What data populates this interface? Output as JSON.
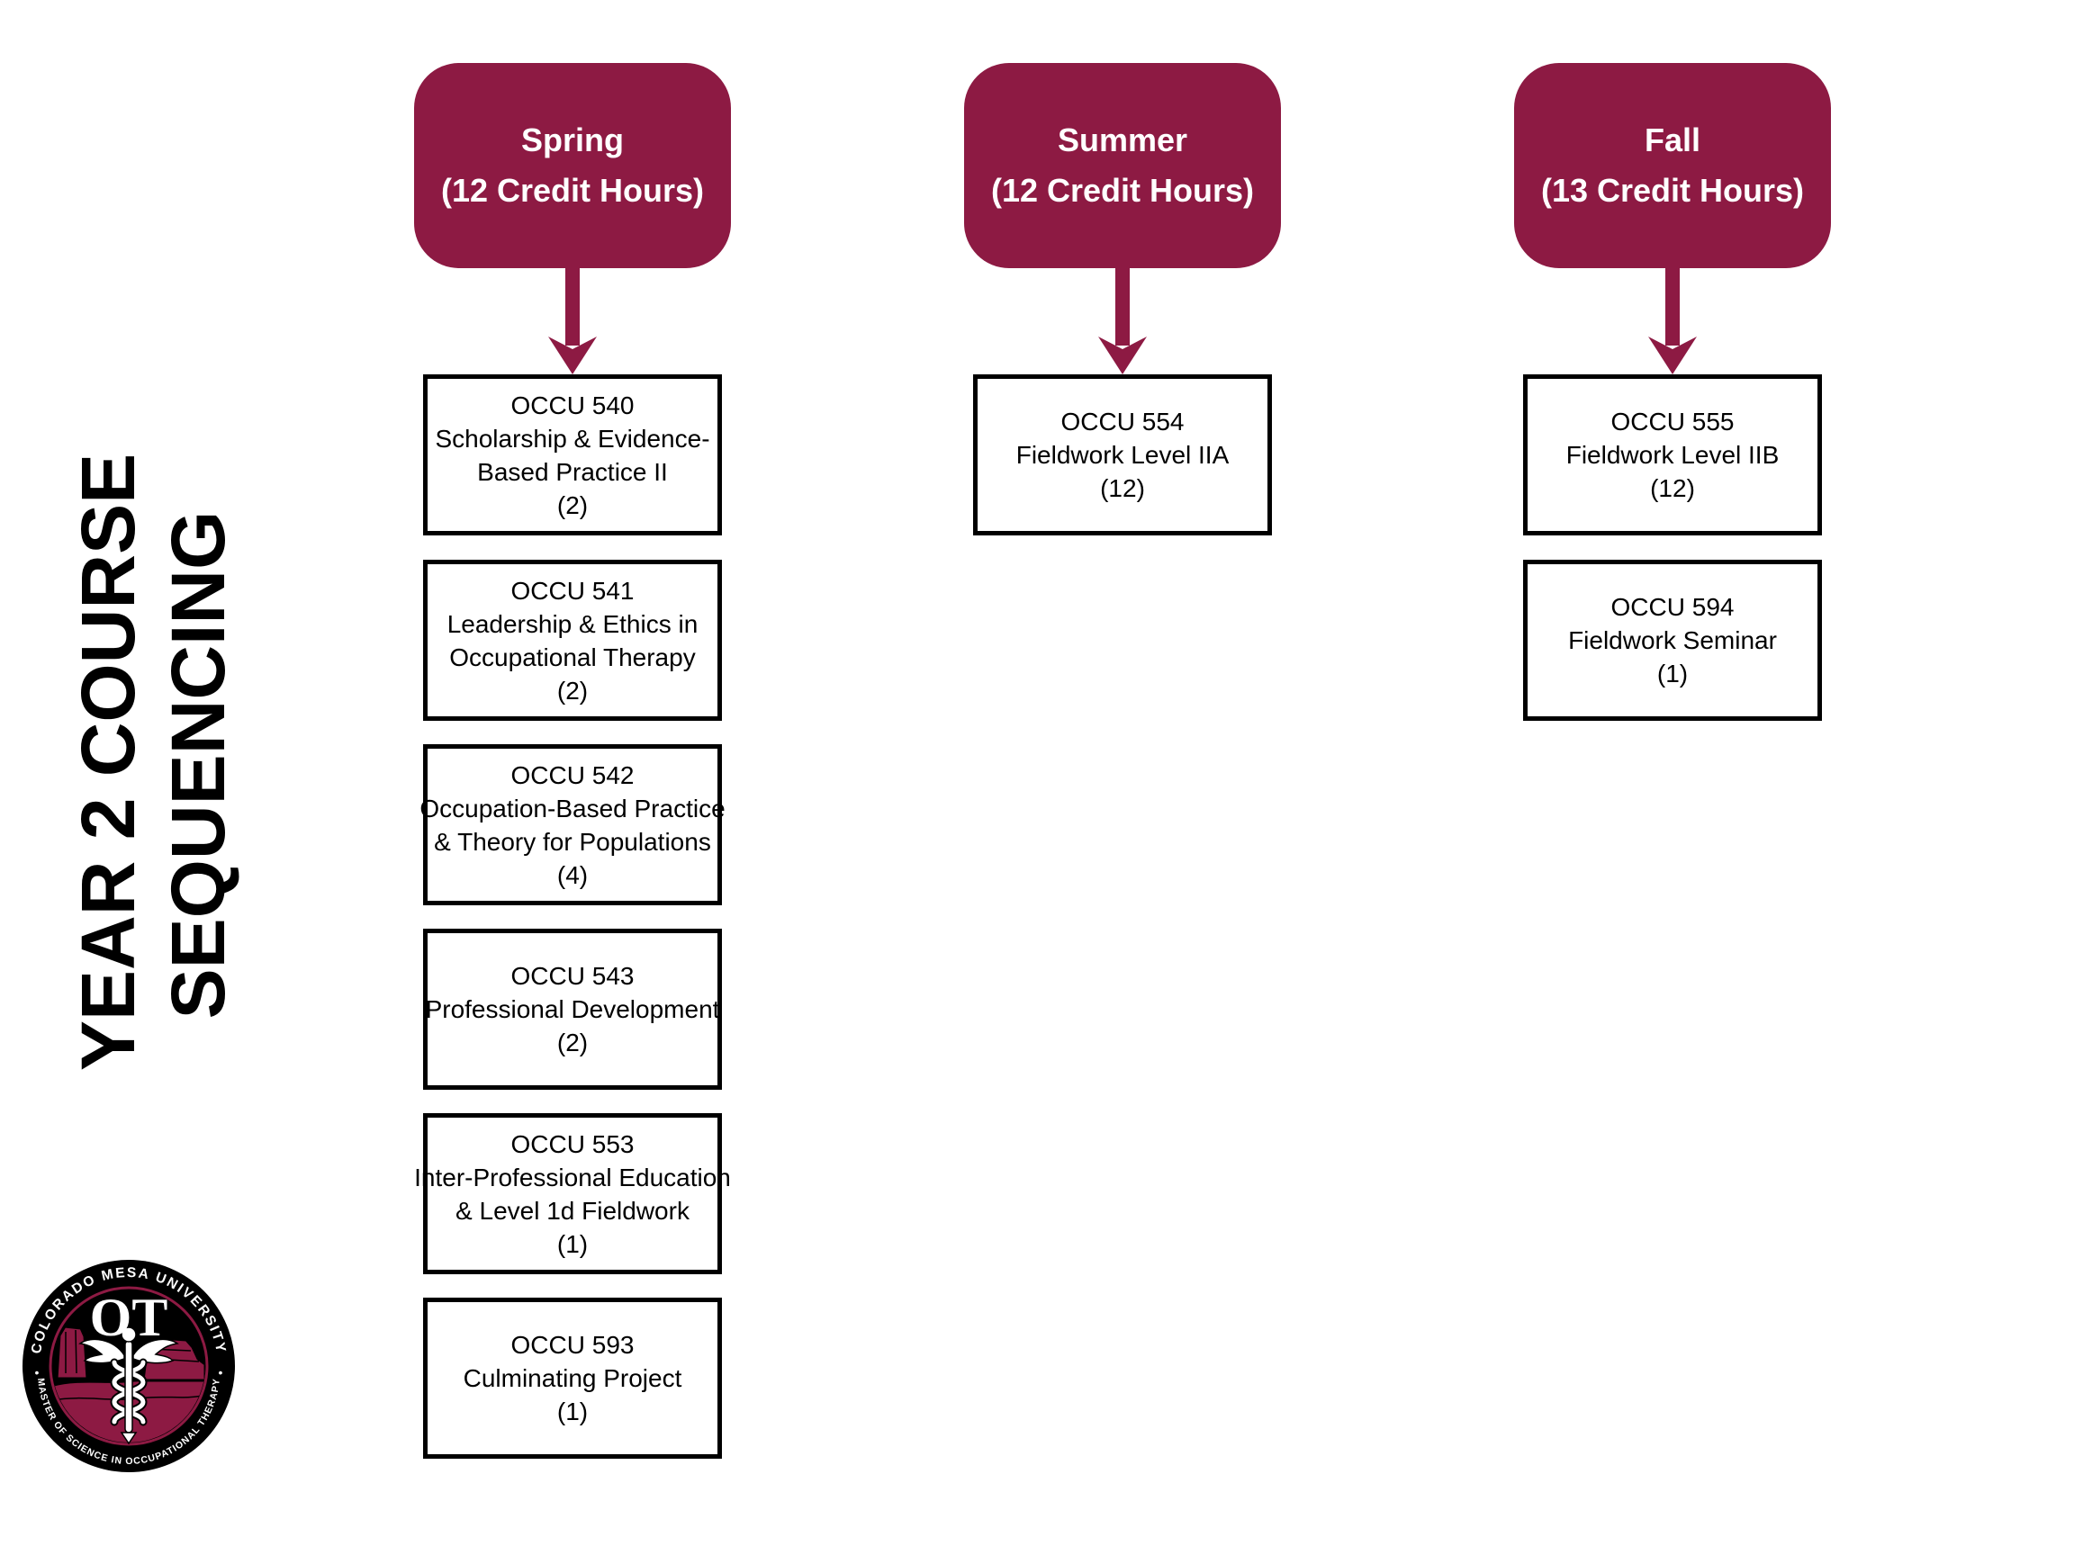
{
  "title": {
    "lines": [
      "YEAR 2 COURSE",
      "SEQUENCING"
    ]
  },
  "colors": {
    "maroon": "#8D1A43",
    "box_border": "#000000",
    "course_text": "#000000",
    "header_text": "#FFFFFF",
    "background": "#FFFFFF"
  },
  "columns": [
    {
      "header": {
        "season": "Spring",
        "credit_hours": "(12 Credit Hours)"
      },
      "courses": [
        {
          "code": "OCCU 540",
          "title_lines": [
            "Scholarship & Evidence-",
            "Based Practice II"
          ],
          "credits": "(2)"
        },
        {
          "code": "OCCU 541",
          "title_lines": [
            "Leadership & Ethics in",
            "Occupational Therapy"
          ],
          "credits": "(2)"
        },
        {
          "code": "OCCU 542",
          "title_lines": [
            "Occupation-Based Practice",
            "& Theory for Populations"
          ],
          "credits": "(4)"
        },
        {
          "code": "OCCU 543",
          "title_lines": [
            "Professional Development"
          ],
          "credits": "(2)"
        },
        {
          "code": "OCCU 553",
          "title_lines": [
            "Inter-Professional Education",
            "& Level 1d Fieldwork"
          ],
          "credits": "(1)"
        },
        {
          "code": "OCCU 593",
          "title_lines": [
            "Culminating Project"
          ],
          "credits": "(1)"
        }
      ]
    },
    {
      "header": {
        "season": "Summer",
        "credit_hours": "(12 Credit Hours)"
      },
      "courses": [
        {
          "code": "OCCU 554",
          "title_lines": [
            "Fieldwork Level IIA"
          ],
          "credits": "(12)"
        }
      ]
    },
    {
      "header": {
        "season": "Fall",
        "credit_hours": "(13 Credit Hours)"
      },
      "courses": [
        {
          "code": "OCCU 555",
          "title_lines": [
            "Fieldwork Level IIB"
          ],
          "credits": "(12)"
        },
        {
          "code": "OCCU 594",
          "title_lines": [
            "Fieldwork Seminar"
          ],
          "credits": "(1)"
        }
      ]
    }
  ],
  "logo": {
    "ring_top_text": "COLORADO MESA UNIVERSITY",
    "ring_bottom_text": "MASTER OF SCIENCE IN OCCUPATIONAL THERAPY",
    "monogram": "OT",
    "separator": "•"
  }
}
